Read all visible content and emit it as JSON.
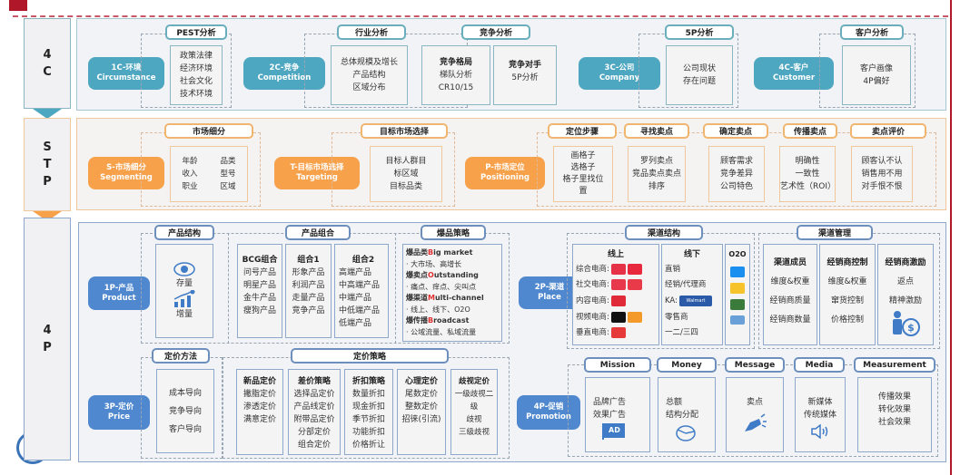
{
  "rows": {
    "c4": {
      "label": [
        "4",
        "C"
      ]
    },
    "stp": {
      "label": [
        "S",
        "T",
        "P"
      ]
    },
    "p4": {
      "label": [
        "4",
        "P"
      ]
    }
  },
  "c4": {
    "pills": [
      {
        "cn": "1C-环境",
        "en": "Circumstance"
      },
      {
        "cn": "2C-竞争",
        "en": "Competition"
      },
      {
        "cn": "3C-公司",
        "en": "Company"
      },
      {
        "cn": "4C-客户",
        "en": "Customer"
      }
    ],
    "pest": {
      "title": "PEST分析",
      "items": [
        "政策法律",
        "经济环境",
        "社会文化",
        "技术环境"
      ]
    },
    "industry": {
      "title": "行业分析",
      "items": [
        "总体规模及增长",
        "产品结构",
        "区域分布"
      ]
    },
    "competition": {
      "title": "竞争分析",
      "pattern": {
        "title": "竞争格局",
        "items": [
          "梯队分析",
          "CR10/15"
        ]
      },
      "rivals": {
        "title": "竞争对手",
        "items": [
          "5P分析"
        ]
      }
    },
    "fivep": {
      "title": "5P分析",
      "items": [
        "公司现状",
        "存在问题"
      ]
    },
    "customer": {
      "title": "客户分析",
      "items": [
        "客户画像",
        "4P偏好"
      ]
    }
  },
  "stp": {
    "pills": [
      {
        "cn": "S-市场细分",
        "en": "Segmenting"
      },
      {
        "cn": "T-目标市场选择",
        "en": "Targeting"
      },
      {
        "cn": "P-市场定位",
        "en": "Positioning"
      }
    ],
    "segment": {
      "title": "市场细分",
      "left": [
        "年龄",
        "收入",
        "职业"
      ],
      "right": [
        "品类",
        "型号",
        "区域"
      ]
    },
    "target": {
      "title": "目标市场选择",
      "items": [
        "目标人群目",
        "标区域",
        "目标品类"
      ]
    },
    "steps": {
      "title": "定位步骤",
      "items": [
        "画格子",
        "选格子",
        "格子里找位",
        "置"
      ]
    },
    "find": {
      "title": "寻找卖点",
      "items": [
        "罗列卖点",
        "竞品卖点卖点",
        "排序"
      ]
    },
    "confirm": {
      "title": "确定卖点",
      "items": [
        "顾客需求",
        "竞争差异",
        "公司特色"
      ]
    },
    "spread": {
      "title": "传播卖点",
      "items": [
        "明确性",
        "一致性",
        "艺术性（ROI）"
      ]
    },
    "evaluate": {
      "title": "卖点评价",
      "items": [
        "顾客认不认",
        "销售用不用",
        "对手恨不恨"
      ]
    }
  },
  "p4": {
    "pills": [
      {
        "cn": "1P-产品",
        "en": "Product"
      },
      {
        "cn": "2P-渠道",
        "en": "Place"
      },
      {
        "cn": "3P-定价",
        "en": "Price"
      },
      {
        "cn": "4P-促销",
        "en": "Promotion"
      }
    ],
    "structure": {
      "title": "产品结构",
      "stock": "存量",
      "increment": "增量"
    },
    "combo": {
      "title": "产品组合",
      "cols": [
        {
          "title": "BCG组合",
          "items": [
            "问号产品",
            "明星产品",
            "金牛产品",
            "瘦狗产品"
          ]
        },
        {
          "title": "组合1",
          "items": [
            "形象产品",
            "利润产品",
            "走量产品",
            "竞争产品"
          ]
        },
        {
          "title": "组合2",
          "items": [
            "高端产品",
            "中高端产品",
            "中端产品",
            "中低端产品",
            "低端产品"
          ]
        }
      ]
    },
    "hit": {
      "title": "爆品策略",
      "lines": [
        {
          "head": "爆品类",
          "letter": "B",
          "rest": "ig market",
          "sub": "· 大市场、高增长"
        },
        {
          "head": "爆卖点",
          "letter": "O",
          "rest": "utstanding",
          "sub": "· 痛点、痒点、尖叫点"
        },
        {
          "head": "爆渠道",
          "letter": "M",
          "rest": "ulti-channel",
          "sub": "· 线上、线下、O2O"
        },
        {
          "head": "爆传播",
          "letter": "B",
          "rest": "roadcast",
          "sub": "· 公域流量、私域流量"
        }
      ]
    },
    "channel": {
      "title": "渠道结构",
      "online": {
        "title": "线上",
        "items": [
          "综合电商:",
          "社交电商:",
          "内容电商:",
          "视频电商:",
          "垂直电商:"
        ]
      },
      "offline": {
        "title": "线下",
        "items": [
          "直销",
          "经销/代理商",
          "KA:",
          "零售商",
          "一二/三四"
        ]
      },
      "o2o": {
        "title": "O2O"
      },
      "walmart": "Walmart"
    },
    "manage": {
      "title": "渠道管理",
      "cols": [
        {
          "title": "渠道成员",
          "items": [
            "维度&权重",
            "经销商质量",
            "经销商数量"
          ]
        },
        {
          "title": "经销商控制",
          "items": [
            "维度&权重",
            "窜货控制",
            "价格控制"
          ]
        },
        {
          "title": "经销商激励",
          "items": [
            "返点",
            "精神激励"
          ]
        }
      ]
    },
    "method": {
      "title": "定价方法",
      "items": [
        "成本导向",
        "竞争导向",
        "客户导向"
      ]
    },
    "strategy": {
      "title": "定价策略",
      "cols": [
        {
          "title": "新品定价",
          "items": [
            "撇脂定价",
            "渗透定价",
            "满意定价"
          ]
        },
        {
          "title": "差价策略",
          "items": [
            "选择品定价",
            "产品线定价",
            "附带品定价",
            "分部定价",
            "组合定价"
          ]
        },
        {
          "title": "折扣策略",
          "items": [
            "数量折扣",
            "现金折扣",
            "季节折扣",
            "功能折扣",
            "价格折让"
          ]
        },
        {
          "title": "心理定价",
          "items": [
            "尾数定价",
            "整数定价",
            "招徕(引流)"
          ]
        },
        {
          "title": "歧视定价",
          "items": [
            "一级歧视二级",
            "歧视",
            "三级歧视"
          ]
        }
      ]
    },
    "promo": [
      {
        "title": "Mission",
        "items": [
          "品牌广告",
          "效果广告"
        ],
        "icon": "AD"
      },
      {
        "title": "Money",
        "items": [
          "总额",
          "结构分配"
        ]
      },
      {
        "title": "Message",
        "items": [
          "卖点"
        ]
      },
      {
        "title": "Media",
        "items": [
          "新媒体",
          "传统媒体"
        ]
      },
      {
        "title": "Measurement",
        "items": [
          "传播效果",
          "转化效果",
          "社会效果"
        ]
      }
    ]
  },
  "colors": {
    "c4": "#4ea7c1",
    "stp": "#f7a14b",
    "p4": "#4f88cf",
    "brand_red": "#b0182a"
  }
}
